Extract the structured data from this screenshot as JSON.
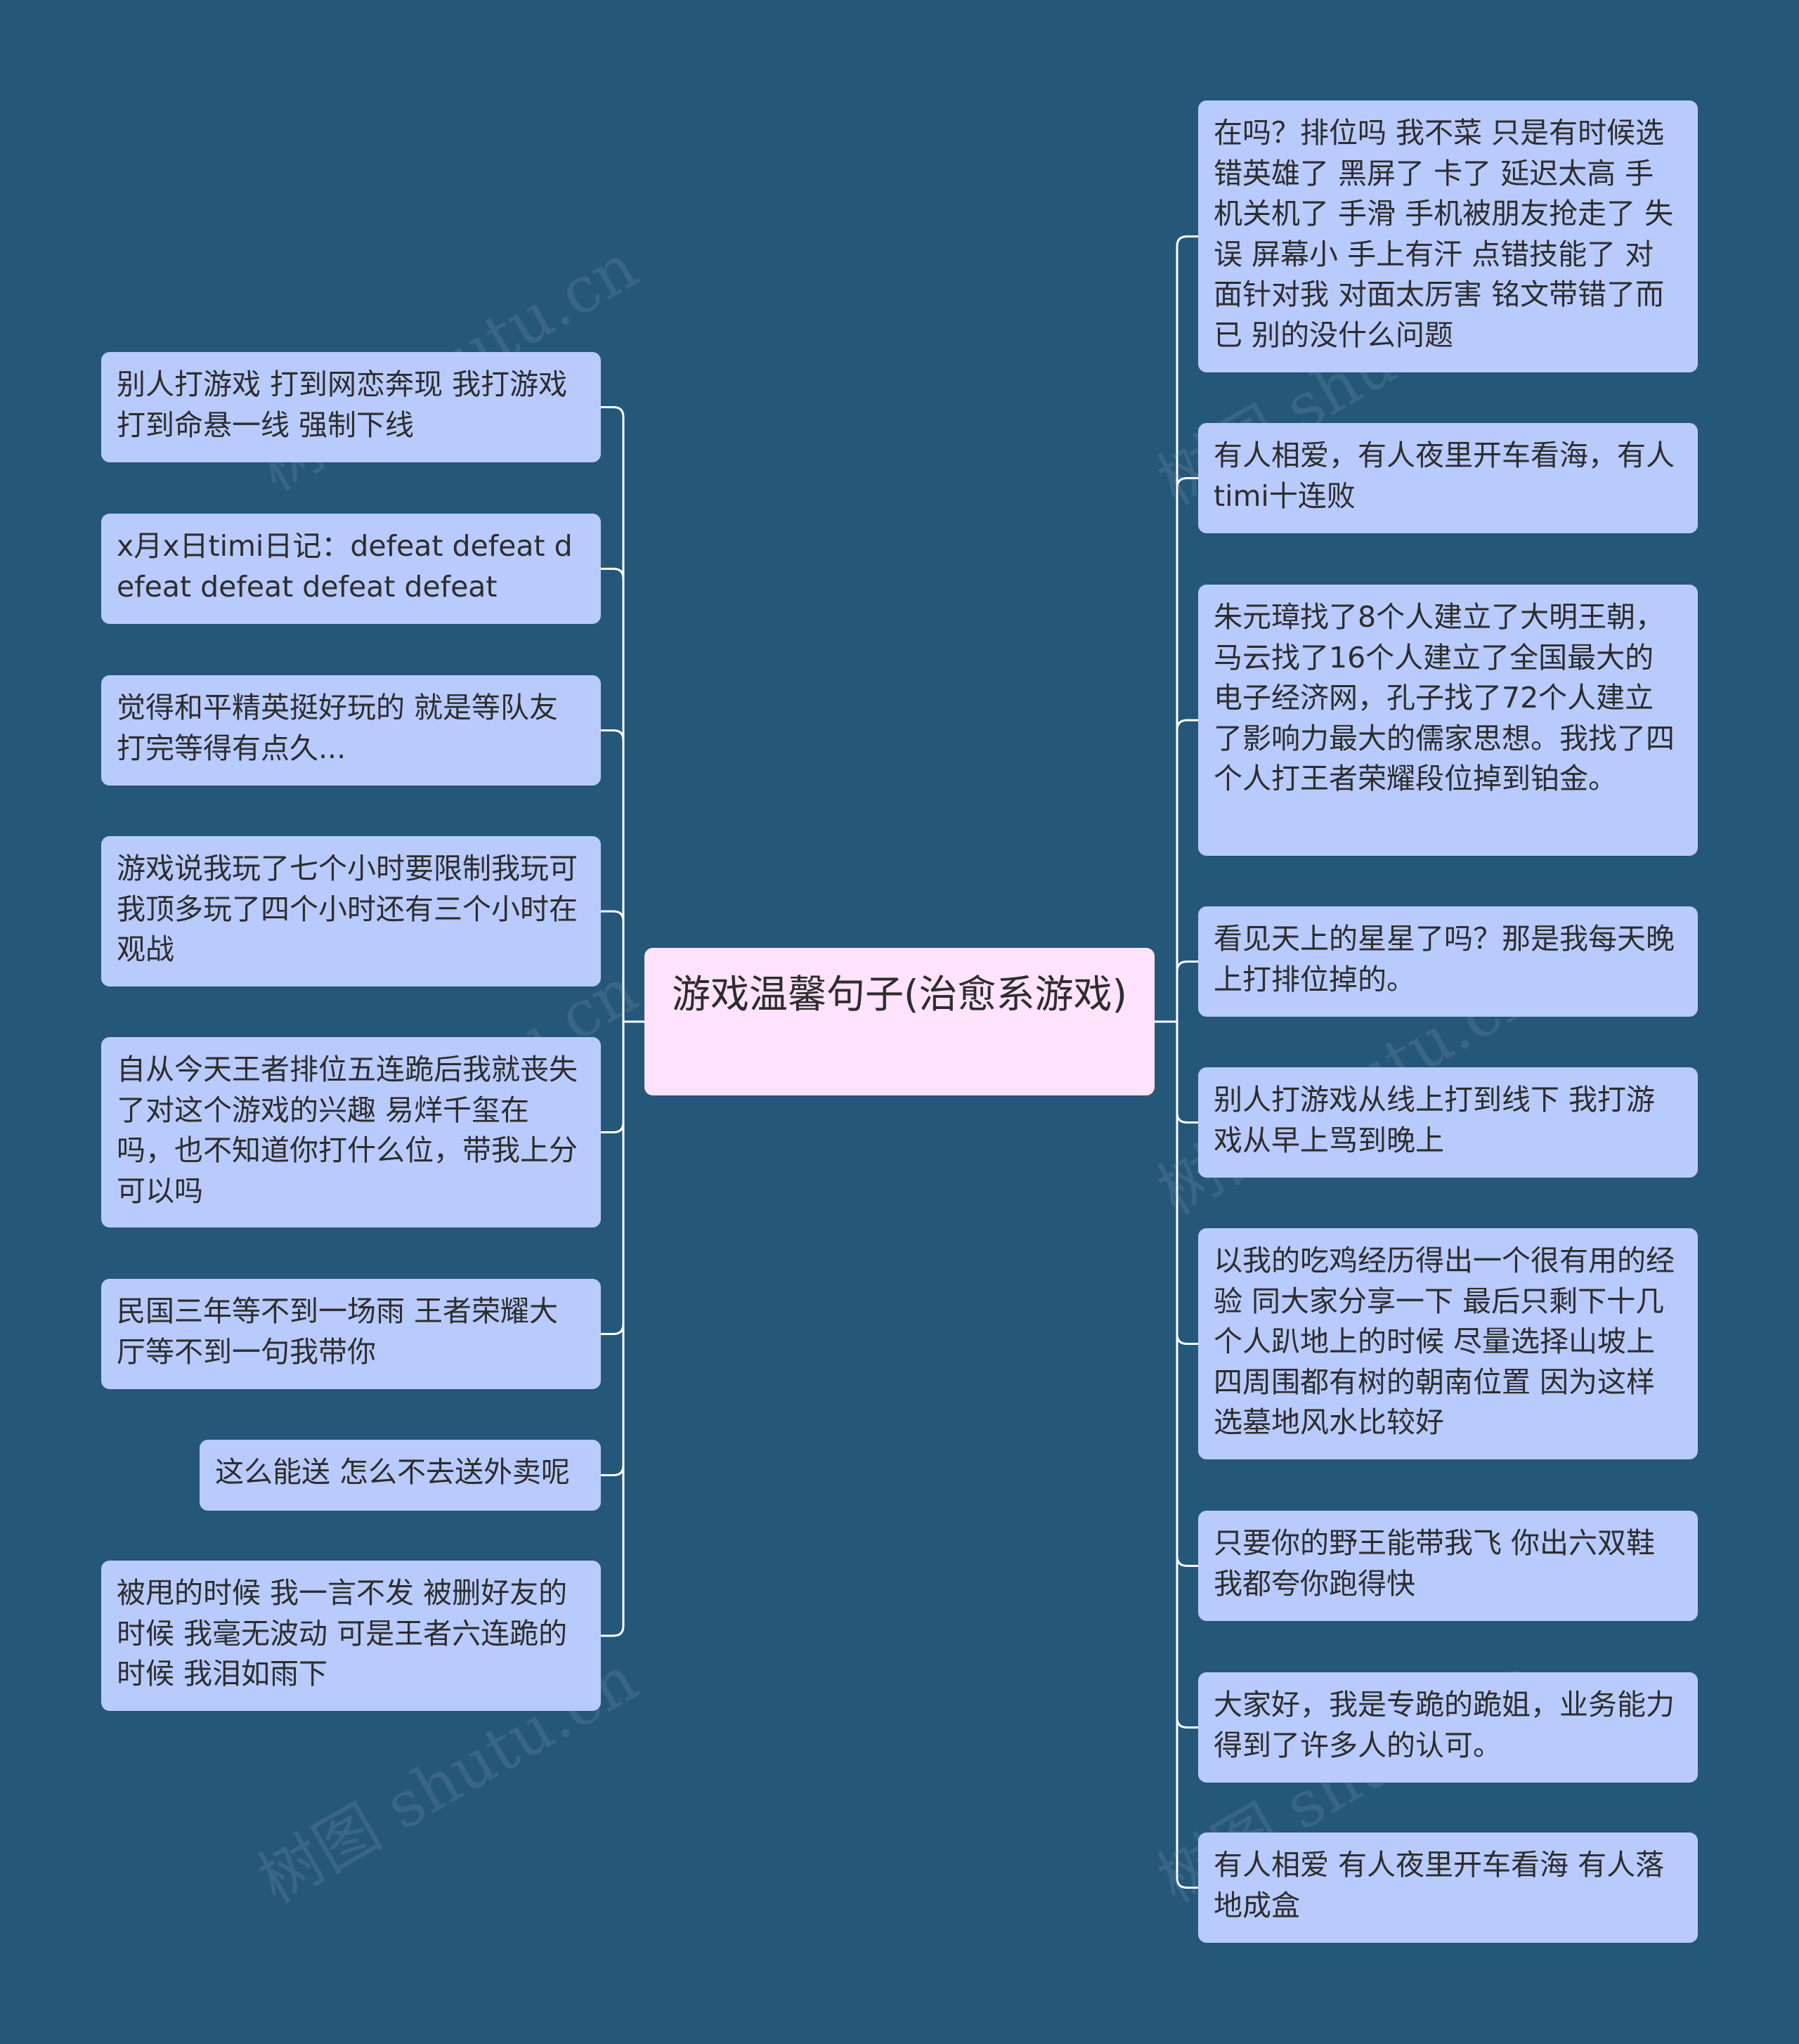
{
  "title": "游戏温馨句子(治愈系游戏)",
  "left_nodes": [
    "别人打游戏 打到网恋奔现 我打游戏 打到命悬一线 强制下线",
    "x月x日timi日记：defeat defeat defeat defeat defeat defeat",
    "觉得和平精英挺好玩的 就是等队友打完等得有点久...",
    "游戏说我玩了七个小时要限制我玩可我顶多玩了四个小时还有三个小时在观战",
    "自从今天王者排位五连跪后我就丧失了对这个游戏的兴趣 易烊千玺在吗，也不知道你打什么位，带我上分可以吗",
    "民国三年等不到一场雨 王者荣耀大厅等不到一句我带你",
    "这么能送 怎么不去送外卖呢",
    "被甩的时候 我一言不发 被删好友的时候 我毫无波动 可是王者六连跪的时候 我泪如雨下"
  ],
  "right_nodes": [
    "在吗？排位吗 我不菜 只是有时候选错英雄了 黑屏了 卡了 延迟太高 手机关机了 手滑 手机被朋友抢走了 失误 屏幕小 手上有汗 点错技能了 对面针对我 对面太厉害 铭文带错了而已 别的没什么问题",
    "有人相爱，有人夜里开车看海，有人timi十连败",
    "朱元璋找了8个人建立了大明王朝，马云找了16个人建立了全国最大的电子经济网，孔子找了72个人建立了影响力最大的儒家思想。我找了四个人打王者荣耀段位掉到铂金。",
    "看见天上的星星了吗？那是我每天晚上打排位掉的。",
    "别人打游戏从线上打到线下 我打游戏从早上骂到晚上",
    "以我的吃鸡经历得出一个很有用的经验 同大家分享一下 最后只剩下十几个人趴地上的时候 尽量选择山坡上 四周围都有树的朝南位置 因为这样选墓地风水比较好",
    "只要你的野王能带我飞 你出六双鞋我都夸你跑得快",
    "大家好，我是专跪的跪姐，业务能力得到了许多人的认可。",
    "有人相爱 有人夜里开车看海 有人落地成盒"
  ],
  "watermark": "树图 shutu.cn",
  "colors": {
    "background": "#255778",
    "node": "#b9cbfd",
    "center": "#ffe2fb",
    "line": "#ffffff"
  }
}
